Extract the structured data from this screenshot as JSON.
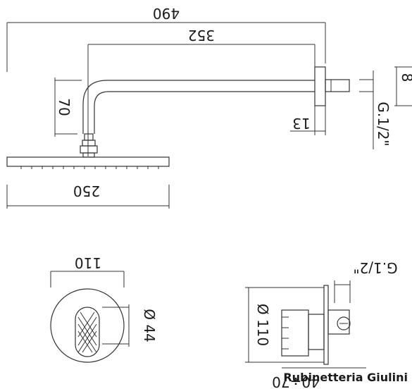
{
  "dimensions": {
    "overall_length": "490",
    "arm_length": "352",
    "arm_drop": "70",
    "flange_offset": "13",
    "thread_arm": "G.1/2\"",
    "arm_height_partial": "8",
    "head_diameter": "250",
    "plate_diameter": "110",
    "handle_diameter": "Ø 44",
    "side_plate_diameter": "Ø 110",
    "thread_mixer": "G.1/2\"",
    "mixer_depth_partial": "40÷70"
  },
  "brand": {
    "name": "Rubinetteria Giulini"
  },
  "colors": {
    "line": "#333333",
    "text": "#1a1a1a"
  }
}
